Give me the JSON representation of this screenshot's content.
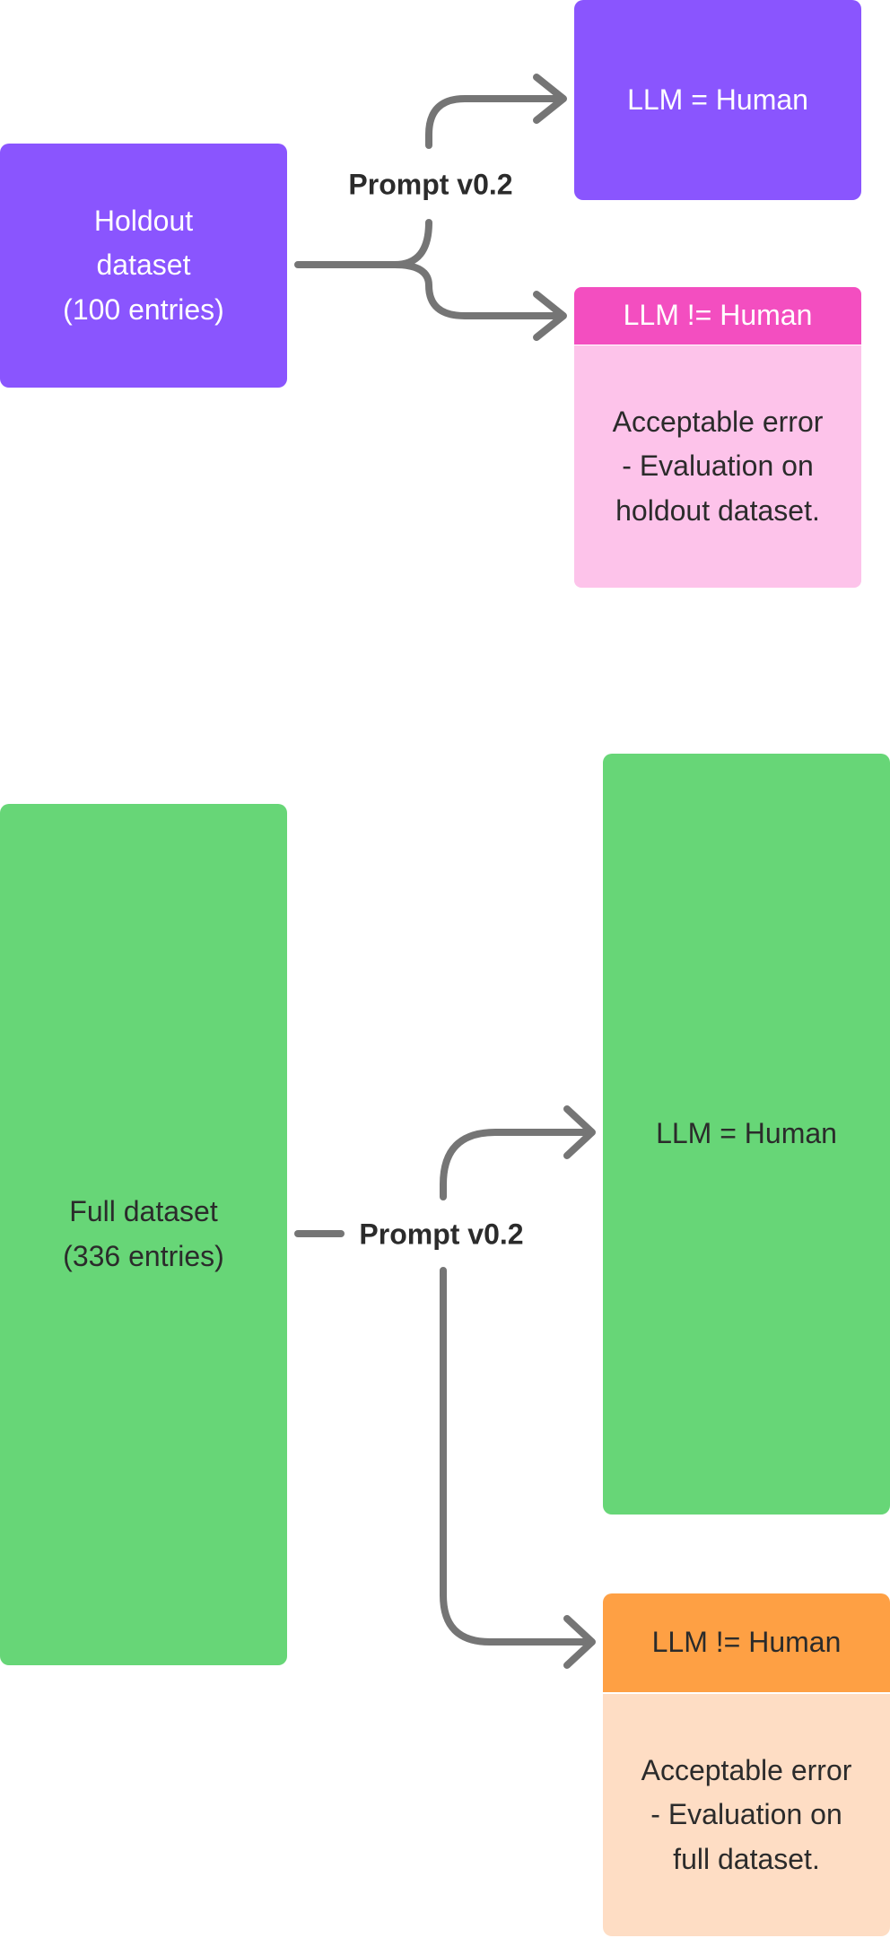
{
  "colors": {
    "purple": "#8A55FE",
    "magenta": "#F34EC0",
    "pink_light": "#FDC3EA",
    "green": "#67D677",
    "orange": "#FEA044",
    "orange_light": "#FEDDC4",
    "connector": "#757575"
  },
  "top": {
    "source_label": "Holdout\ndataset\n(100 entries)",
    "prompt_label": "Prompt v0.2",
    "equal_label": "LLM = Human",
    "not_equal_label": "LLM != Human",
    "error_note": "Acceptable error\n- Evaluation on\nholdout dataset."
  },
  "bottom": {
    "source_label": "Full dataset\n(336 entries)",
    "prompt_label": "Prompt v0.2",
    "equal_label": "LLM = Human",
    "not_equal_label": "LLM != Human",
    "error_note": "Acceptable error\n- Evaluation on\nfull dataset."
  }
}
